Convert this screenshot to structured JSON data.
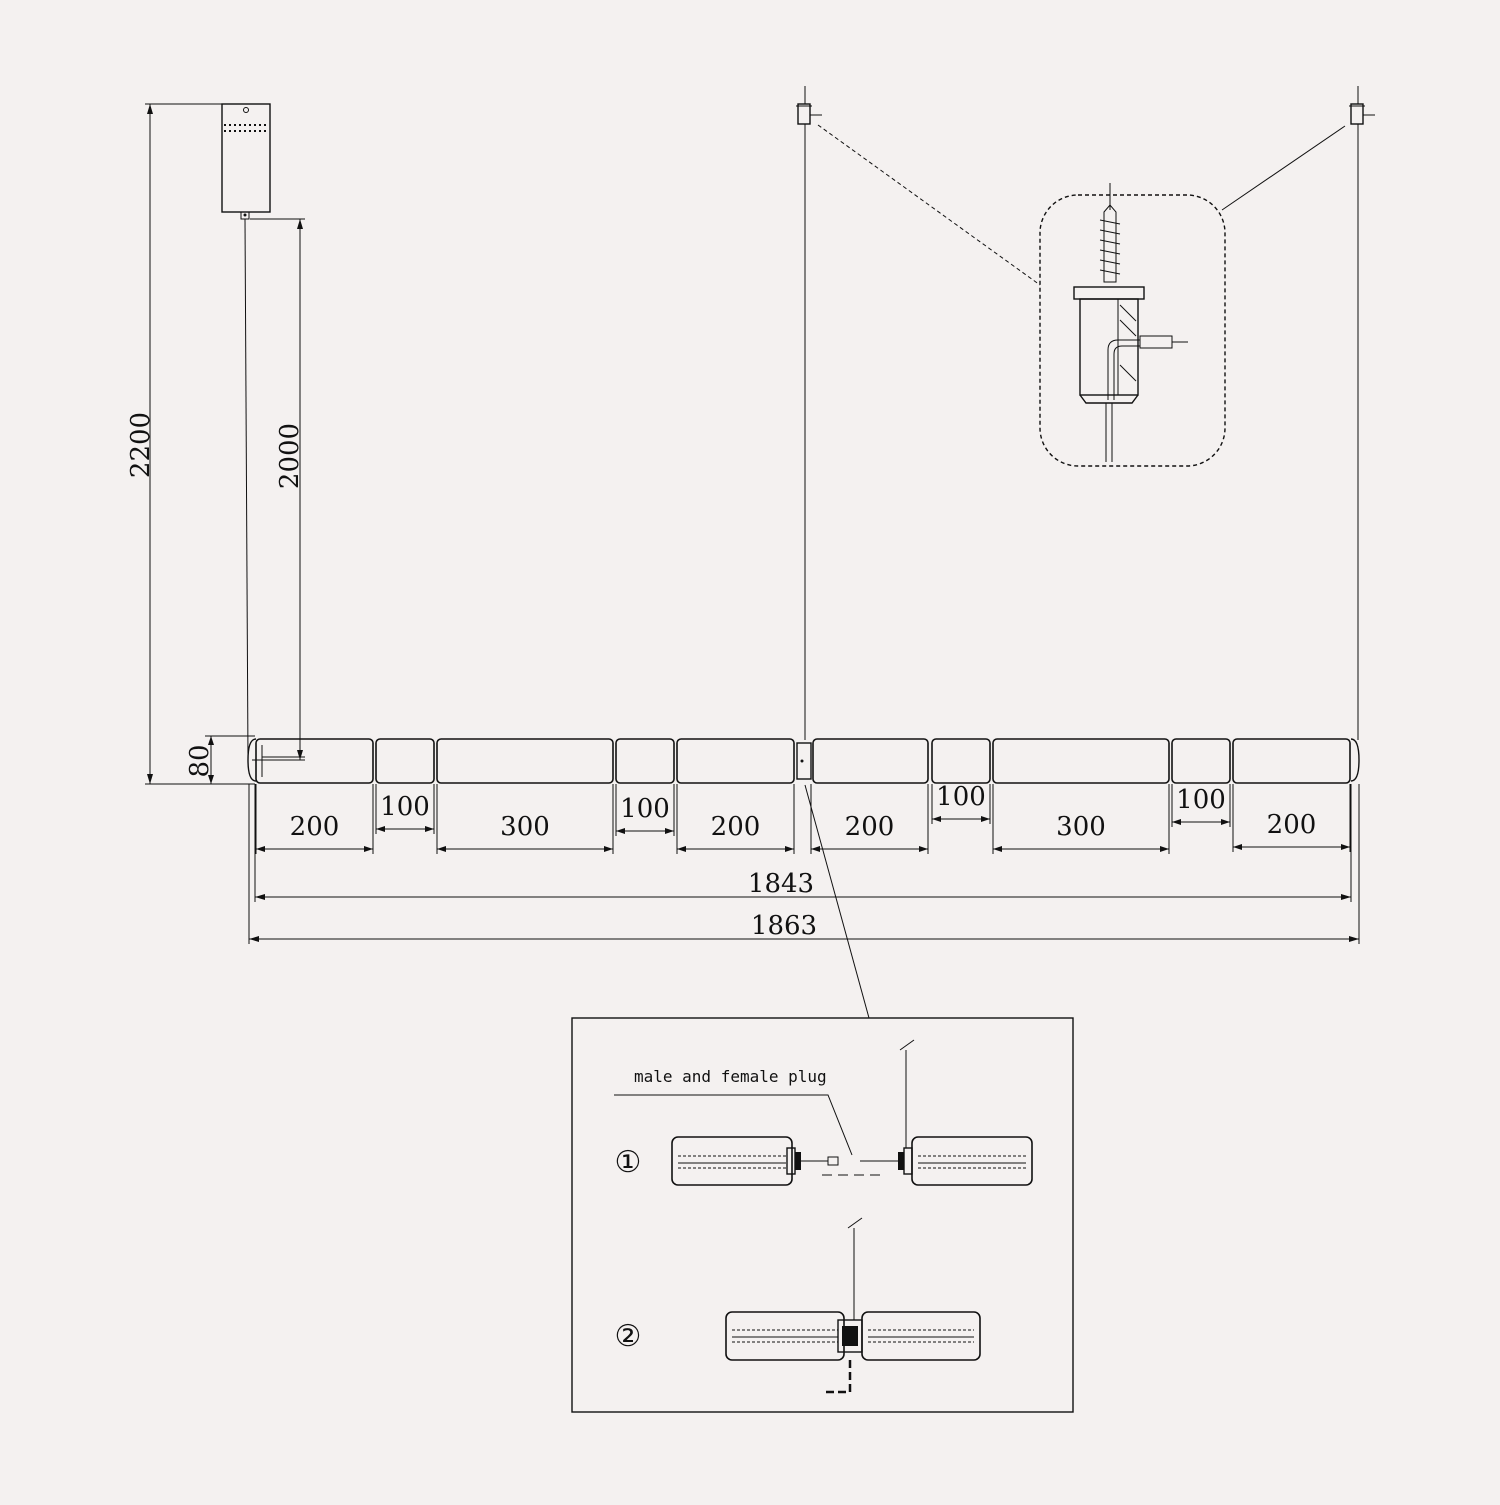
{
  "drawing": {
    "background": "#f4f1f0",
    "line_color": "#111111",
    "height_dims": {
      "total": "2200",
      "cable": "2000",
      "tube": "80"
    },
    "segments": [
      {
        "label": "200"
      },
      {
        "label": "100"
      },
      {
        "label": "300"
      },
      {
        "label": "100"
      },
      {
        "label": "200"
      },
      {
        "label": "200"
      },
      {
        "label": "100"
      },
      {
        "label": "300"
      },
      {
        "label": "100"
      },
      {
        "label": "200"
      }
    ],
    "overall_dims": {
      "inner": "1843",
      "outer": "1863"
    },
    "detail_box": {
      "plug_label": "male and female plug",
      "step1": "①",
      "step2": "②"
    }
  }
}
